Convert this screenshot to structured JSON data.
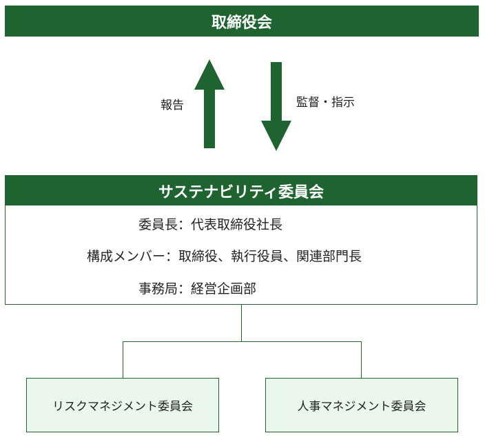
{
  "board": {
    "title": "取締役会"
  },
  "arrows": {
    "up_label": "報告",
    "down_label": "監督・指示"
  },
  "committee": {
    "title": "サステナビリティ委員会",
    "rows": [
      {
        "label": "委員長",
        "value": "代表取締役社長"
      },
      {
        "label": "構成メンバー",
        "value": "取締役、執行役員、関連部門長"
      },
      {
        "label": "事務局",
        "value": "経営企画部"
      }
    ],
    "separator": "："
  },
  "subcommittees": [
    {
      "name": "リスクマネジメント委員会"
    },
    {
      "name": "人事マネジメント委員会"
    }
  ],
  "colors": {
    "accent": "#1f6430",
    "sub_fill": "#eaf7ec"
  }
}
